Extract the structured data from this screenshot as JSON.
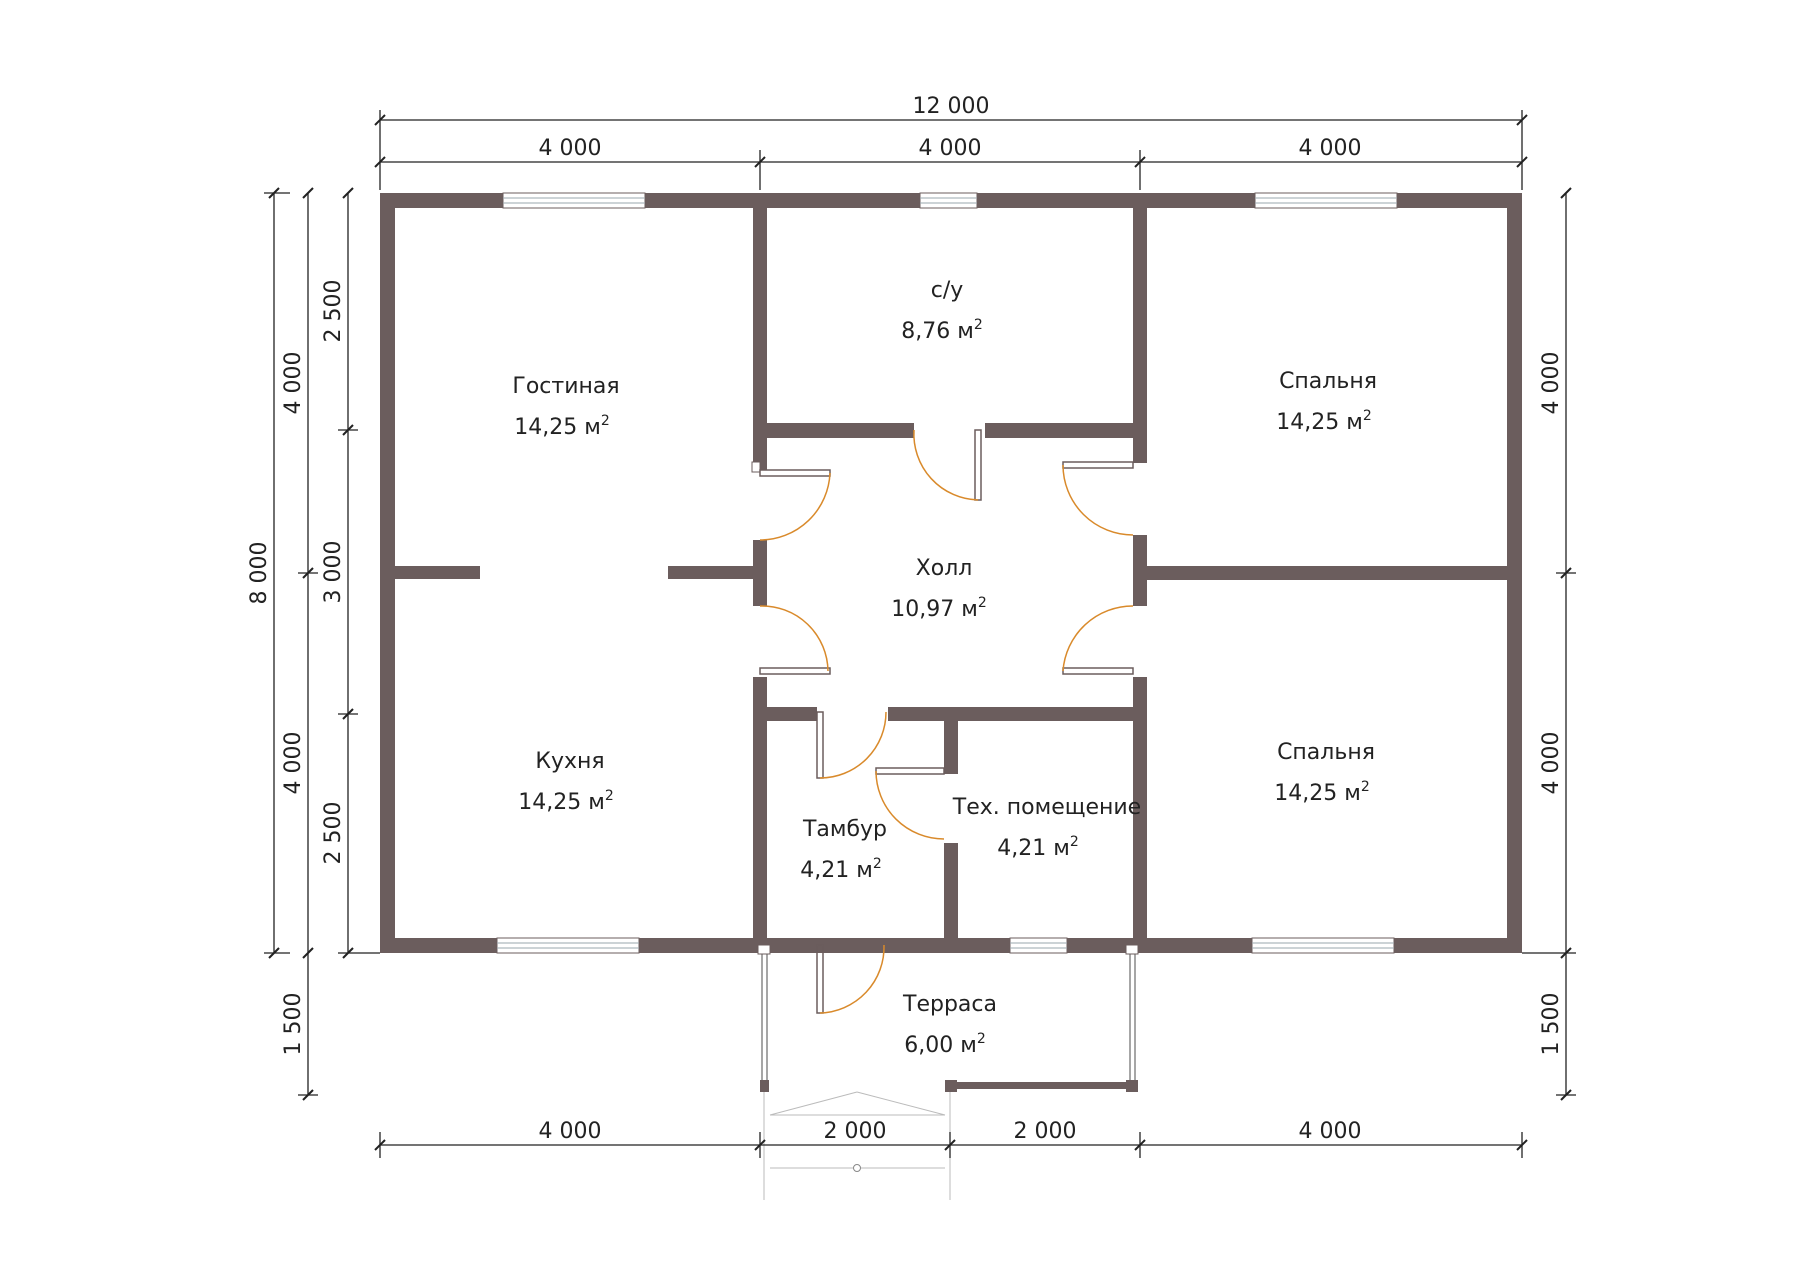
{
  "dimensions": {
    "top_total": "12 000",
    "top_segments": [
      "4 000",
      "4 000",
      "4 000"
    ],
    "bottom_segments": [
      "4 000",
      "2 000",
      "2 000",
      "4 000"
    ],
    "left_total": "8 000",
    "left_halves": [
      "4 000",
      "4 000"
    ],
    "left_terrace": "1 500",
    "left_inner": [
      "2 500",
      "3 000",
      "2 500"
    ],
    "right_halves": [
      "4 000",
      "4 000"
    ],
    "right_terrace": "1 500"
  },
  "rooms": {
    "living": {
      "name": "Гостиная",
      "area": "14,25 м",
      "sup": "2"
    },
    "wc": {
      "name": "с/у",
      "area": "8,76 м",
      "sup": "2"
    },
    "bedroom_top": {
      "name": "Спальня",
      "area": "14,25 м",
      "sup": "2"
    },
    "hall": {
      "name": "Холл",
      "area": "10,97 м",
      "sup": "2"
    },
    "kitchen": {
      "name": "Кухня",
      "area": "14,25 м",
      "sup": "2"
    },
    "vestibule": {
      "name": "Тамбур",
      "area": "4,21 м",
      "sup": "2"
    },
    "tech": {
      "name": "Тех. помещение",
      "area": "4,21 м",
      "sup": "2"
    },
    "bedroom_bottom": {
      "name": "Спальня",
      "area": "14,25 м",
      "sup": "2"
    },
    "terrace": {
      "name": "Терраса",
      "area": "6,00 м",
      "sup": "2"
    }
  },
  "colors": {
    "wall": "#6b5d5d",
    "door_arc": "#d98a2b"
  }
}
